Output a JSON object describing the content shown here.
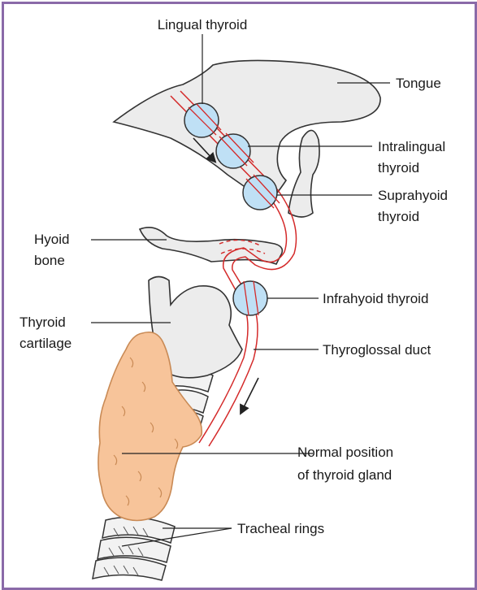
{
  "figure": {
    "labels": {
      "lingual": "Lingual thyroid",
      "tongue": "Tongue",
      "intralingual_1": "Intralingual",
      "intralingual_2": "thyroid",
      "suprahyoid_1": "Suprahyoid",
      "suprahyoid_2": "thyroid",
      "hyoid_1": "Hyoid",
      "hyoid_2": "bone",
      "infrahyoid": "Infrahyoid thyroid",
      "thyroid_cart_1": "Thyroid",
      "thyroid_cart_2": "cartilage",
      "duct": "Thyroglossal duct",
      "normal_1": "Normal position",
      "normal_2": "of thyroid gland",
      "tracheal": "Tracheal rings"
    },
    "colors": {
      "frame": "#8a6aa8",
      "duct": "#d42a2a",
      "ectopic_nodule": "#bfe0f5",
      "thyroid_gland": "#f7c49a",
      "structure_fill": "#ececec",
      "outline": "#333333"
    }
  }
}
